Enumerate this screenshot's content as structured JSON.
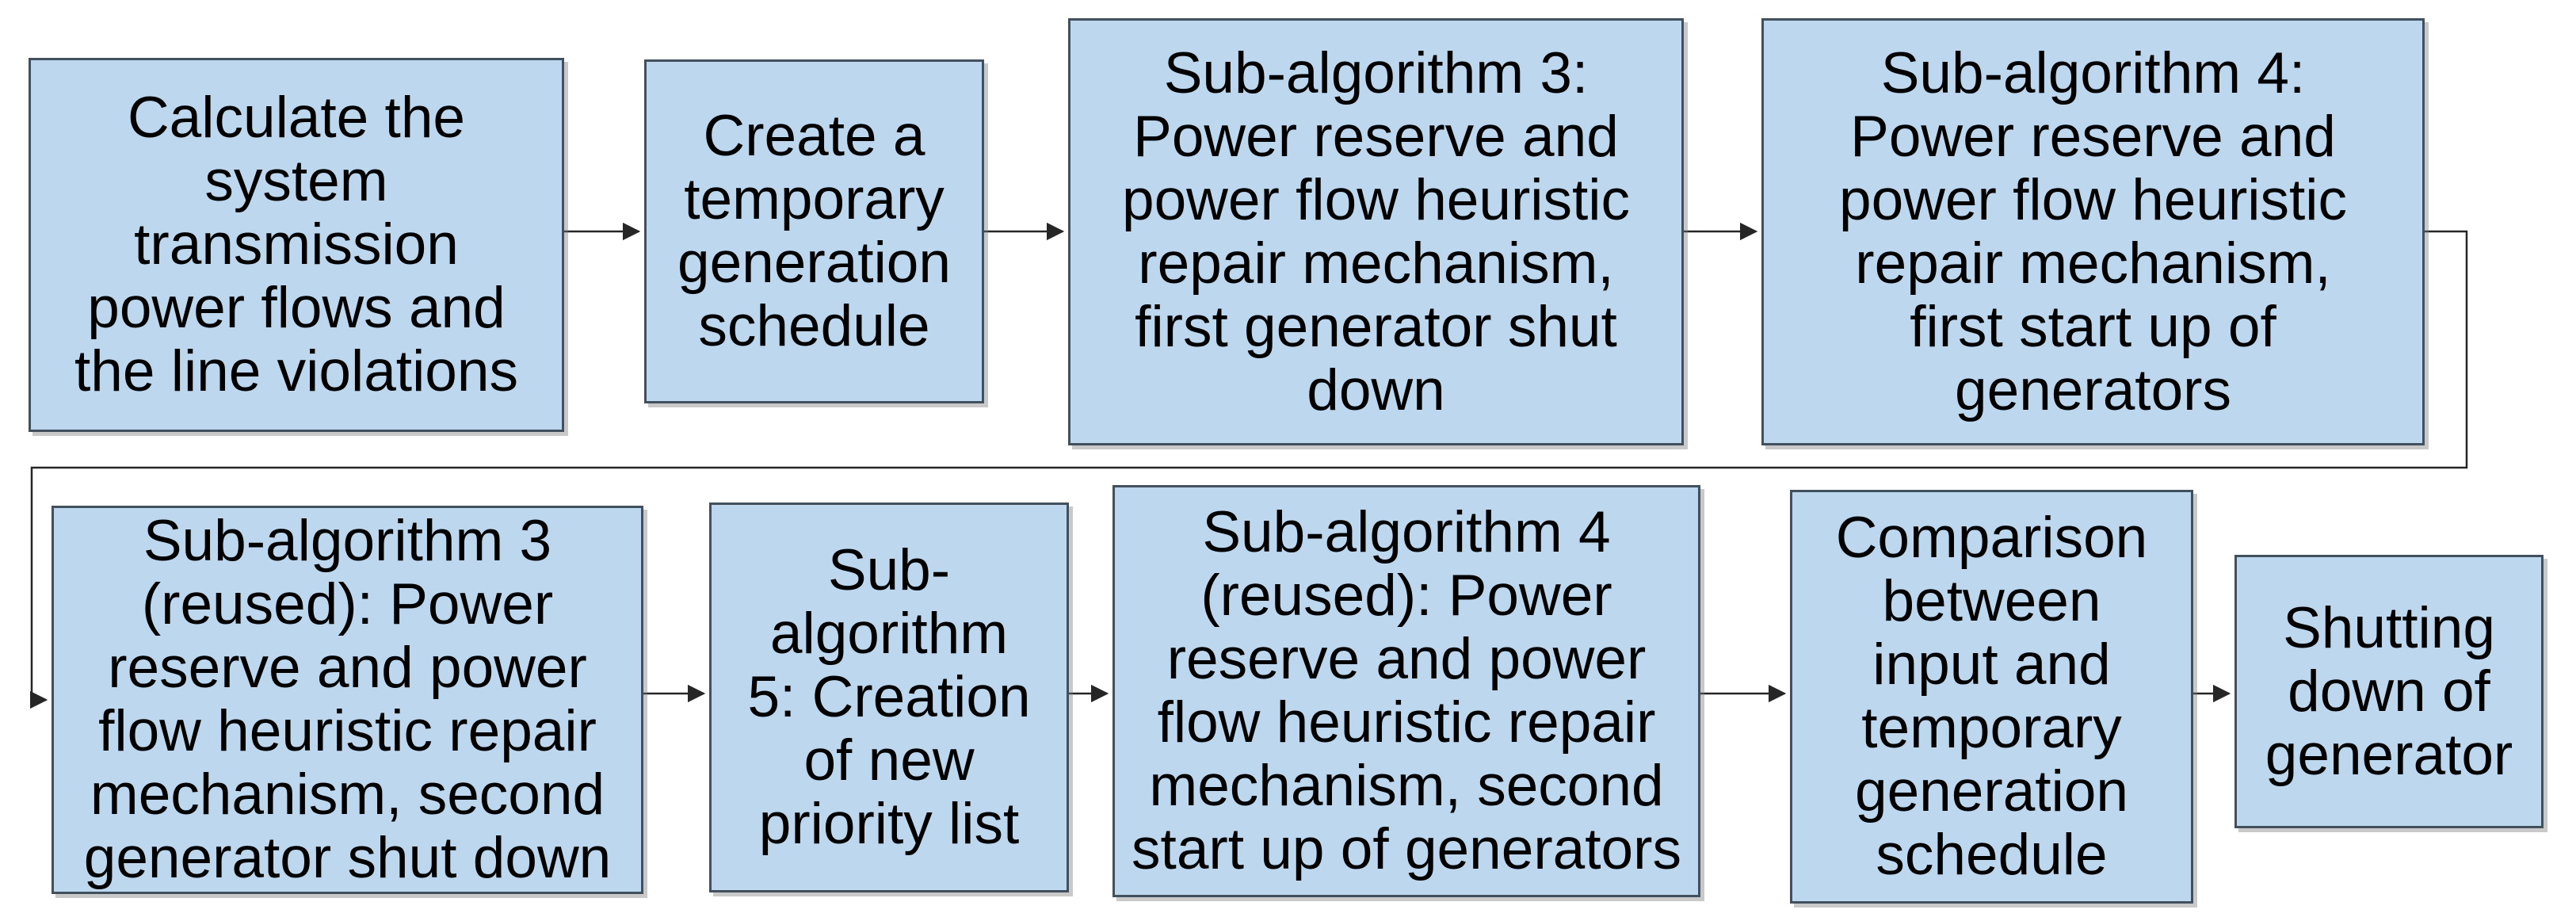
{
  "colors": {
    "background": "#ffffff",
    "node_fill": "#bdd7ee",
    "node_border": "#42505e",
    "connector": "#262626",
    "text": "#000000"
  },
  "nodes": [
    {
      "id": "calc-power-flows",
      "lines": [
        "Calculate the",
        "system",
        "transmission",
        "power flows and",
        "the line violations"
      ]
    },
    {
      "id": "create-temp-schedule",
      "lines": [
        "Create a",
        "temporary",
        "generation",
        "schedule"
      ]
    },
    {
      "id": "subalg3-first-shutdown",
      "lines": [
        "Sub-algorithm 3:",
        "Power reserve and",
        "power flow heuristic",
        "repair mechanism,",
        "first generator shut",
        "down"
      ]
    },
    {
      "id": "subalg4-first-startup",
      "lines": [
        "Sub-algorithm 4:",
        "Power reserve and",
        "power flow heuristic",
        "repair mechanism,",
        "first start up of",
        "generators"
      ]
    },
    {
      "id": "subalg3-reused-second-shutdown",
      "lines": [
        "Sub-algorithm 3",
        "(reused): Power",
        "reserve and power",
        "flow heuristic repair",
        "mechanism, second",
        "generator shut down"
      ]
    },
    {
      "id": "subalg5-priority-list",
      "lines": [
        "Sub-",
        "algorithm",
        "5: Creation",
        "of new",
        "priority list"
      ]
    },
    {
      "id": "subalg4-reused-second-startup",
      "lines": [
        "Sub-algorithm 4",
        "(reused): Power",
        "reserve and power",
        "flow heuristic repair",
        "mechanism, second",
        "start up of generators"
      ]
    },
    {
      "id": "comparison-schedules",
      "lines": [
        "Comparison",
        "between",
        "input and",
        "temporary",
        "generation",
        "schedule"
      ]
    },
    {
      "id": "shutting-down-generator",
      "lines": [
        "Shutting",
        "down of",
        "generator"
      ]
    }
  ],
  "connections": [
    {
      "from": "calc-power-flows",
      "to": "create-temp-schedule",
      "type": "arrow"
    },
    {
      "from": "create-temp-schedule",
      "to": "subalg3-first-shutdown",
      "type": "arrow"
    },
    {
      "from": "subalg3-first-shutdown",
      "to": "subalg4-first-startup",
      "type": "arrow"
    },
    {
      "from": "subalg4-first-startup",
      "to": "subalg3-reused-second-shutdown",
      "type": "elbow-arrow"
    },
    {
      "from": "subalg3-reused-second-shutdown",
      "to": "subalg5-priority-list",
      "type": "arrow"
    },
    {
      "from": "subalg5-priority-list",
      "to": "subalg4-reused-second-startup",
      "type": "arrow"
    },
    {
      "from": "subalg4-reused-second-startup",
      "to": "comparison-schedules",
      "type": "arrow"
    },
    {
      "from": "comparison-schedules",
      "to": "shutting-down-generator",
      "type": "arrow"
    }
  ]
}
